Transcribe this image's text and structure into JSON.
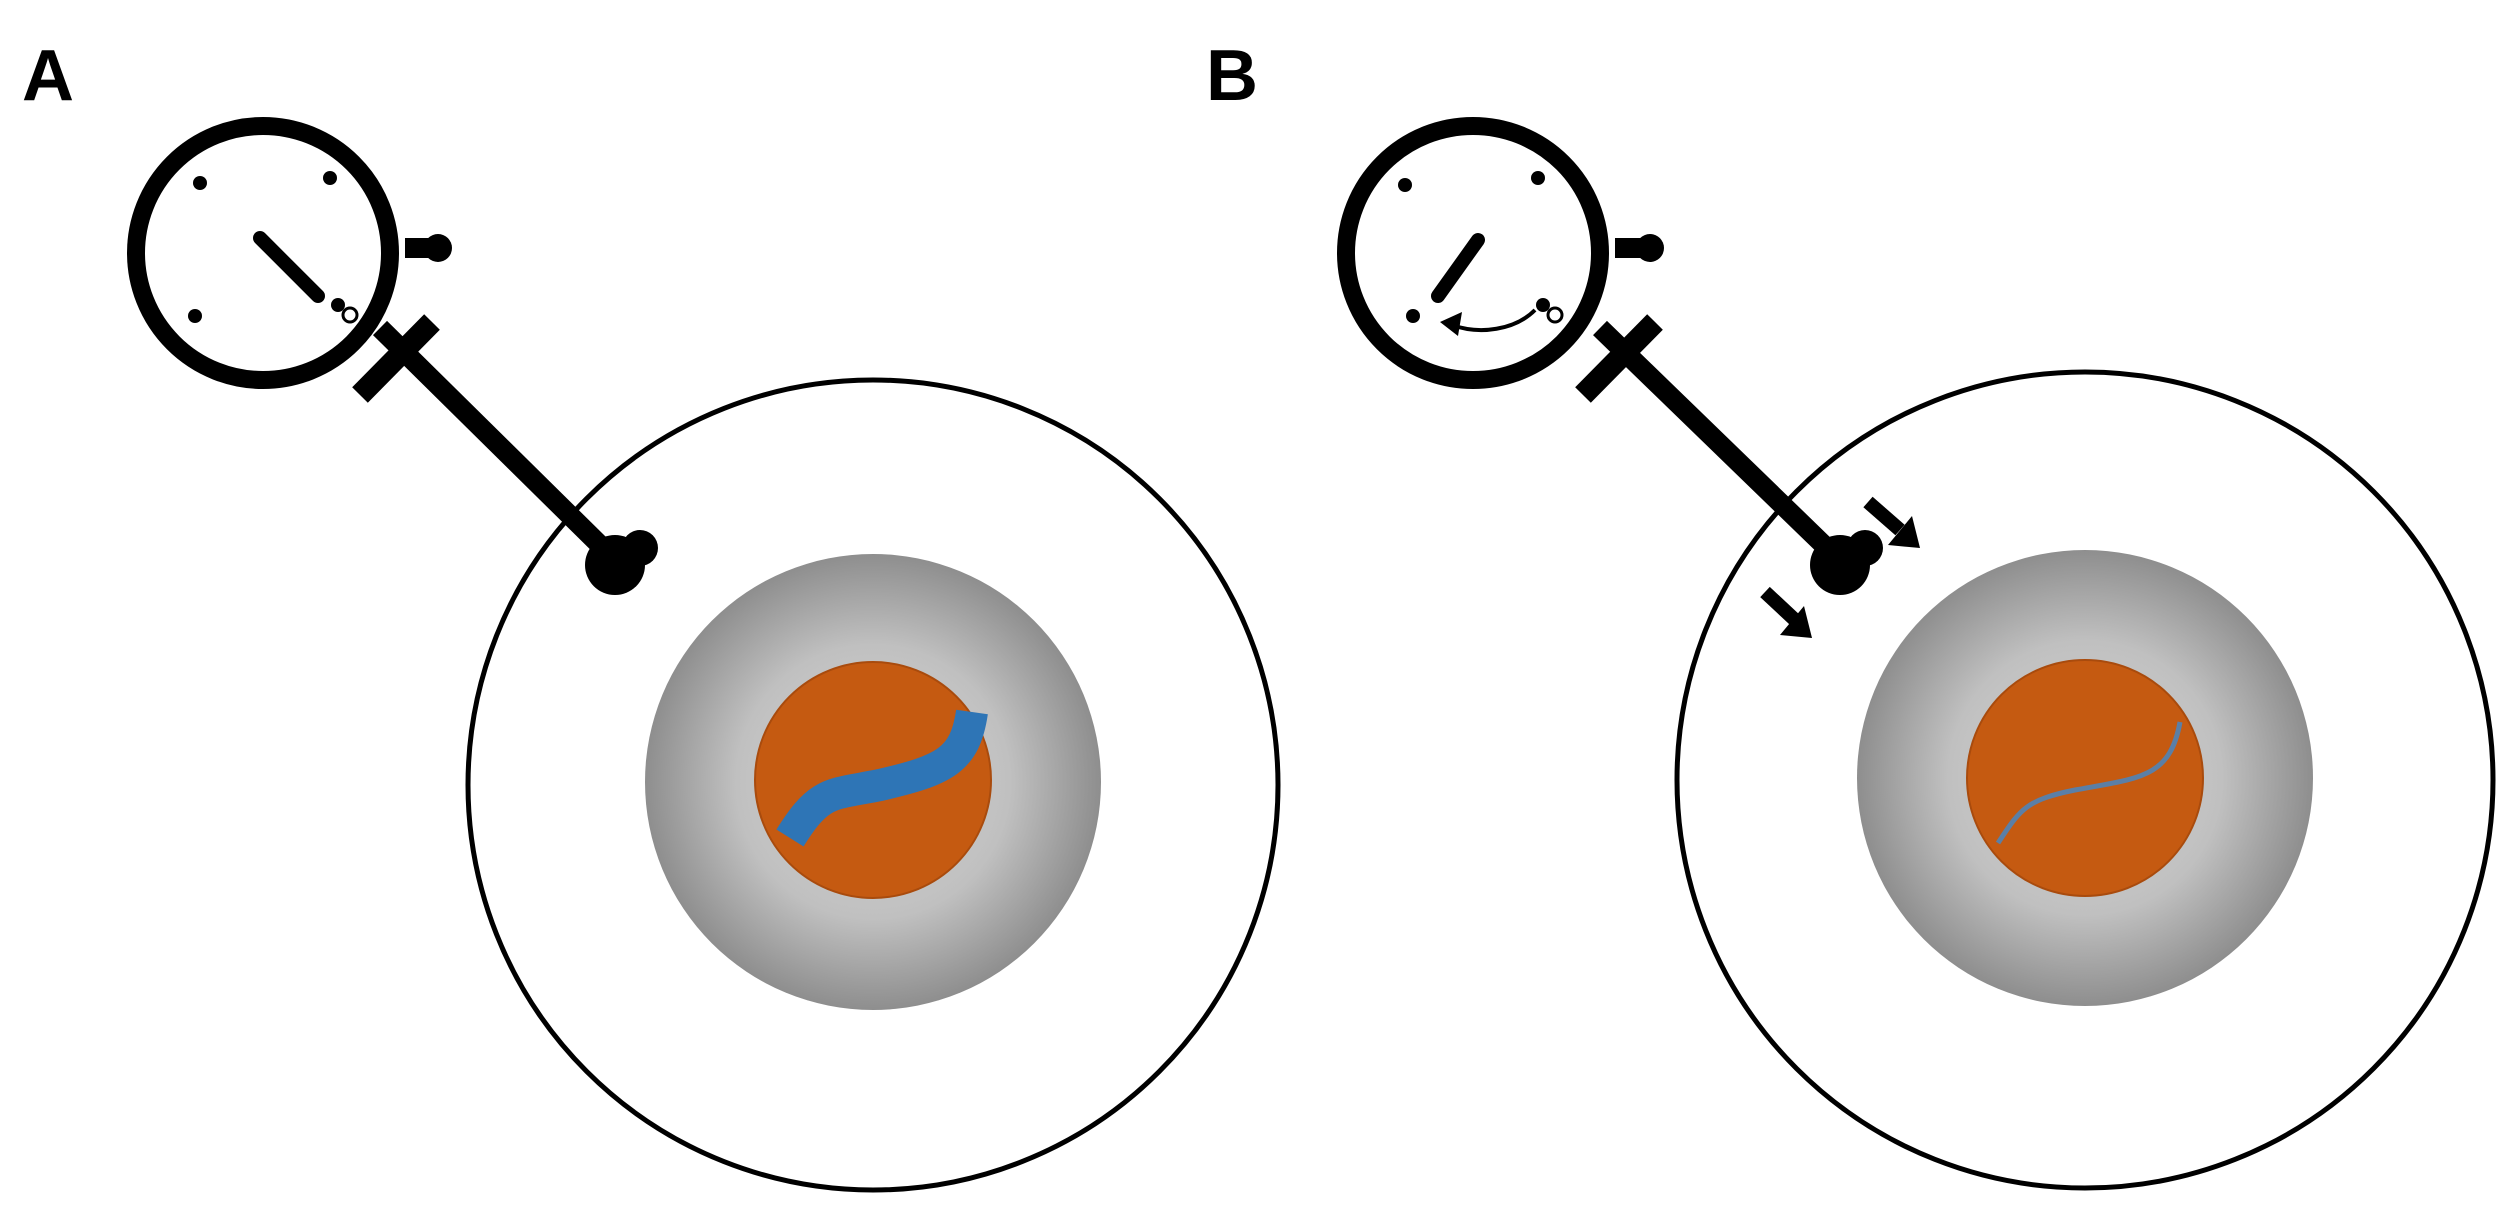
{
  "panels": [
    {
      "id": "A",
      "label": "A",
      "state": "switch closed, thick insulating layer"
    },
    {
      "id": "B",
      "label": "B",
      "state": "switch open with arrow, thin layer, outward arrows"
    }
  ],
  "colors": {
    "stroke": "#000000",
    "background": "#ffffff",
    "gray_outer": "#9a9a9a",
    "gray_inner": "#c8c8c8",
    "core": "#c55a11",
    "core_edge": "#a94b0d",
    "band_a": "#2e75b6",
    "band_b": "#5b7fa6"
  },
  "icons": [
    "dial-icon",
    "probe-arm-icon",
    "outward-arrow-icon",
    "curved-arrow-icon"
  ]
}
